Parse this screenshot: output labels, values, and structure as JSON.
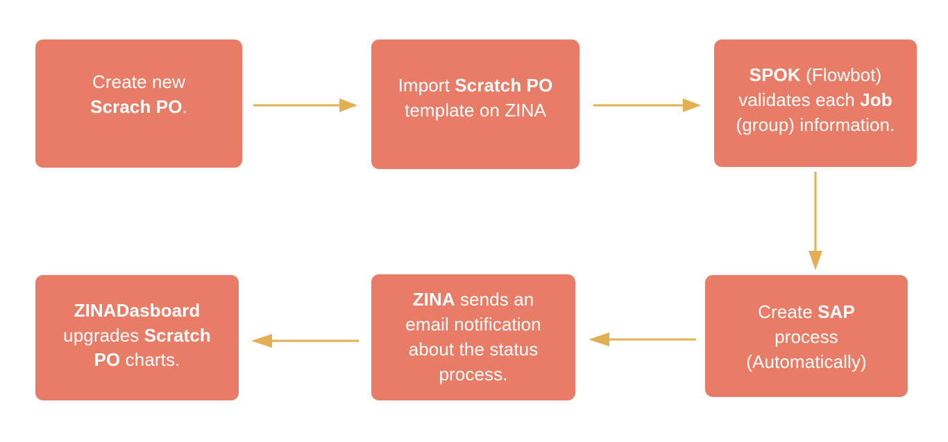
{
  "diagram": {
    "type": "process-flowchart",
    "title": "",
    "background_color": "#ffffff",
    "node_color": "#e97c67",
    "node_text_color": "#ffffff",
    "arrow_color": "#e2af52",
    "flow_direction": "left-to-right on top row, down on right side, right-to-left on bottom row",
    "nodes": [
      {
        "id": "create-po",
        "order": 1,
        "text_plain": "Create new Scrach PO.",
        "text_html": "Create new<br><b>Scrach PO</b>."
      },
      {
        "id": "import-template",
        "order": 2,
        "text_plain": "Import Scratch PO template on ZINA",
        "text_html": "Import <b>Scratch PO</b><br>template on ZINA"
      },
      {
        "id": "spok-validate",
        "order": 3,
        "text_plain": "SPOK (Flowbot) validates each Job (group) information.",
        "text_html": "<b>SPOK</b> (Flowbot)<br>validates each <b>Job</b><br>(group) information."
      },
      {
        "id": "create-sap",
        "order": 4,
        "text_plain": "Create SAP process (Automatically)",
        "text_html": "Create <b>SAP</b><br>process<br>(Automatically)"
      },
      {
        "id": "zina-email",
        "order": 5,
        "text_plain": "ZINA sends an email notification about the status process.",
        "text_html": "<b>ZINA</b> sends an<br>email notification<br>about the status<br>process."
      },
      {
        "id": "zina-dashboard",
        "order": 6,
        "text_plain": "ZINADasboard upgrades Scratch PO charts.",
        "text_html": "<b>ZINADasboard</b><br>upgrades <b>Scratch</b><br><b>PO</b> charts."
      }
    ],
    "connectors": [
      {
        "id": "create-to-import",
        "from": "create-po",
        "to": "import-template",
        "direction": "right"
      },
      {
        "id": "import-to-spok",
        "from": "import-template",
        "to": "spok-validate",
        "direction": "right"
      },
      {
        "id": "spok-to-sap",
        "from": "spok-validate",
        "to": "create-sap",
        "direction": "down"
      },
      {
        "id": "sap-to-email",
        "from": "create-sap",
        "to": "zina-email",
        "direction": "left"
      },
      {
        "id": "email-to-dashboard",
        "from": "zina-email",
        "to": "zina-dashboard",
        "direction": "left"
      }
    ]
  }
}
